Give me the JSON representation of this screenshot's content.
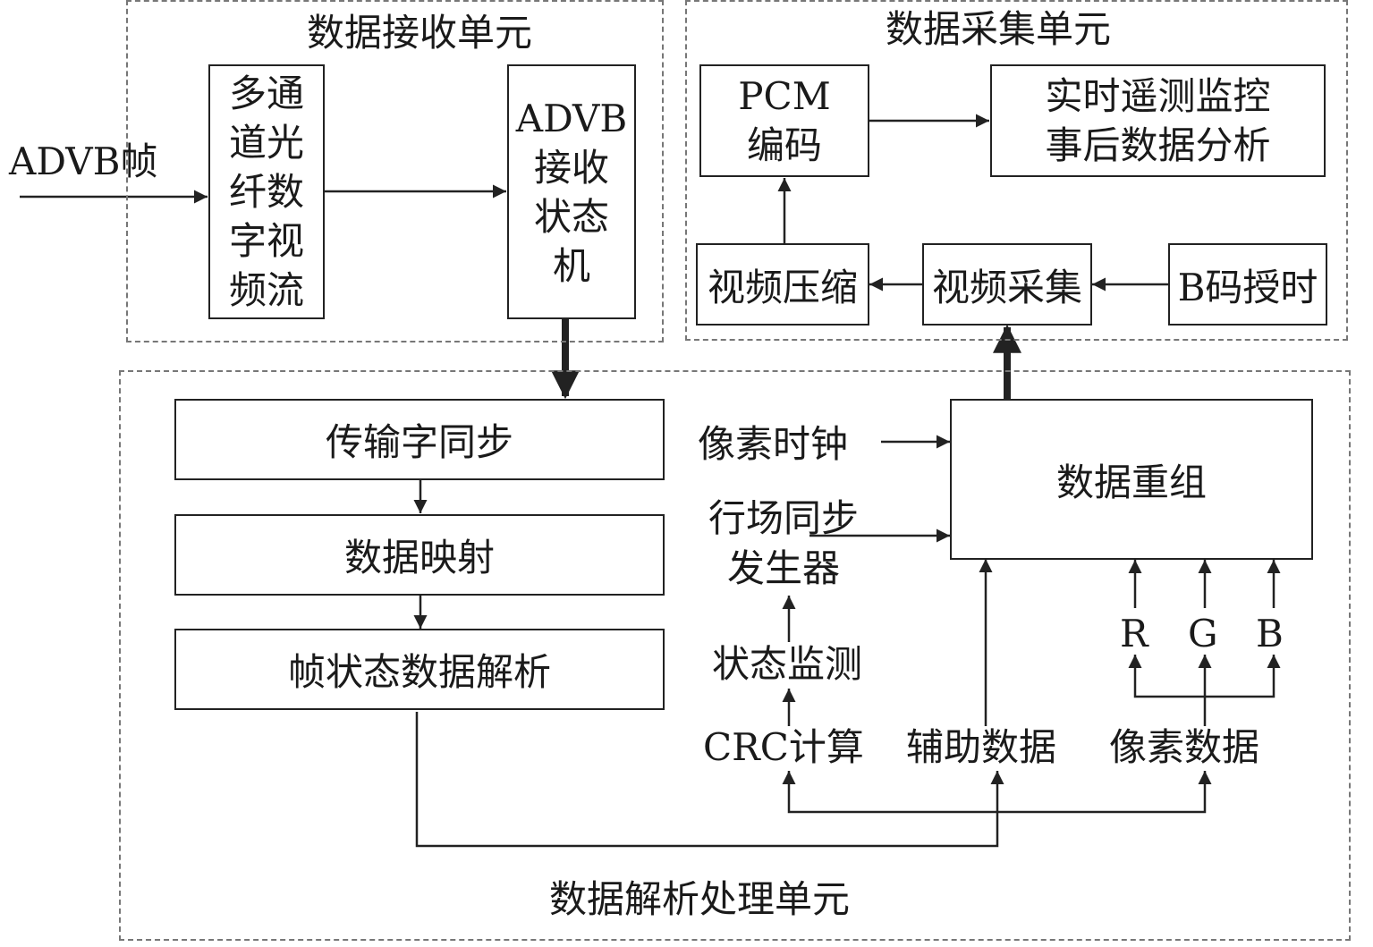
{
  "units": {
    "receive": "数据接收单元",
    "collect": "数据采集单元",
    "parse": "数据解析处理单元"
  },
  "inputs": {
    "advb_frame": "ADVB帧",
    "pixel_clock": "像素时钟",
    "sync_gen": "行场同步\n发生器",
    "status_monitor": "状态监测",
    "crc": "CRC计算",
    "aux_data": "辅助数据",
    "pixel_data": "像素数据",
    "r": "R",
    "g": "G",
    "b": "B"
  },
  "blocks": {
    "fiber_stream": "多通\n道光\n纤数\n字视\n频流",
    "advb_fsm": "ADVB\n接收\n状态\n机",
    "pcm": "PCM\n编码",
    "telemetry": "实时遥测监控\n事后数据分析",
    "video_compress": "视频压缩",
    "video_capture": "视频采集",
    "b_code": "B码授时",
    "word_sync": "传输字同步",
    "data_map": "数据映射",
    "frame_parse": "帧状态数据解析",
    "data_reorg": "数据重组"
  }
}
